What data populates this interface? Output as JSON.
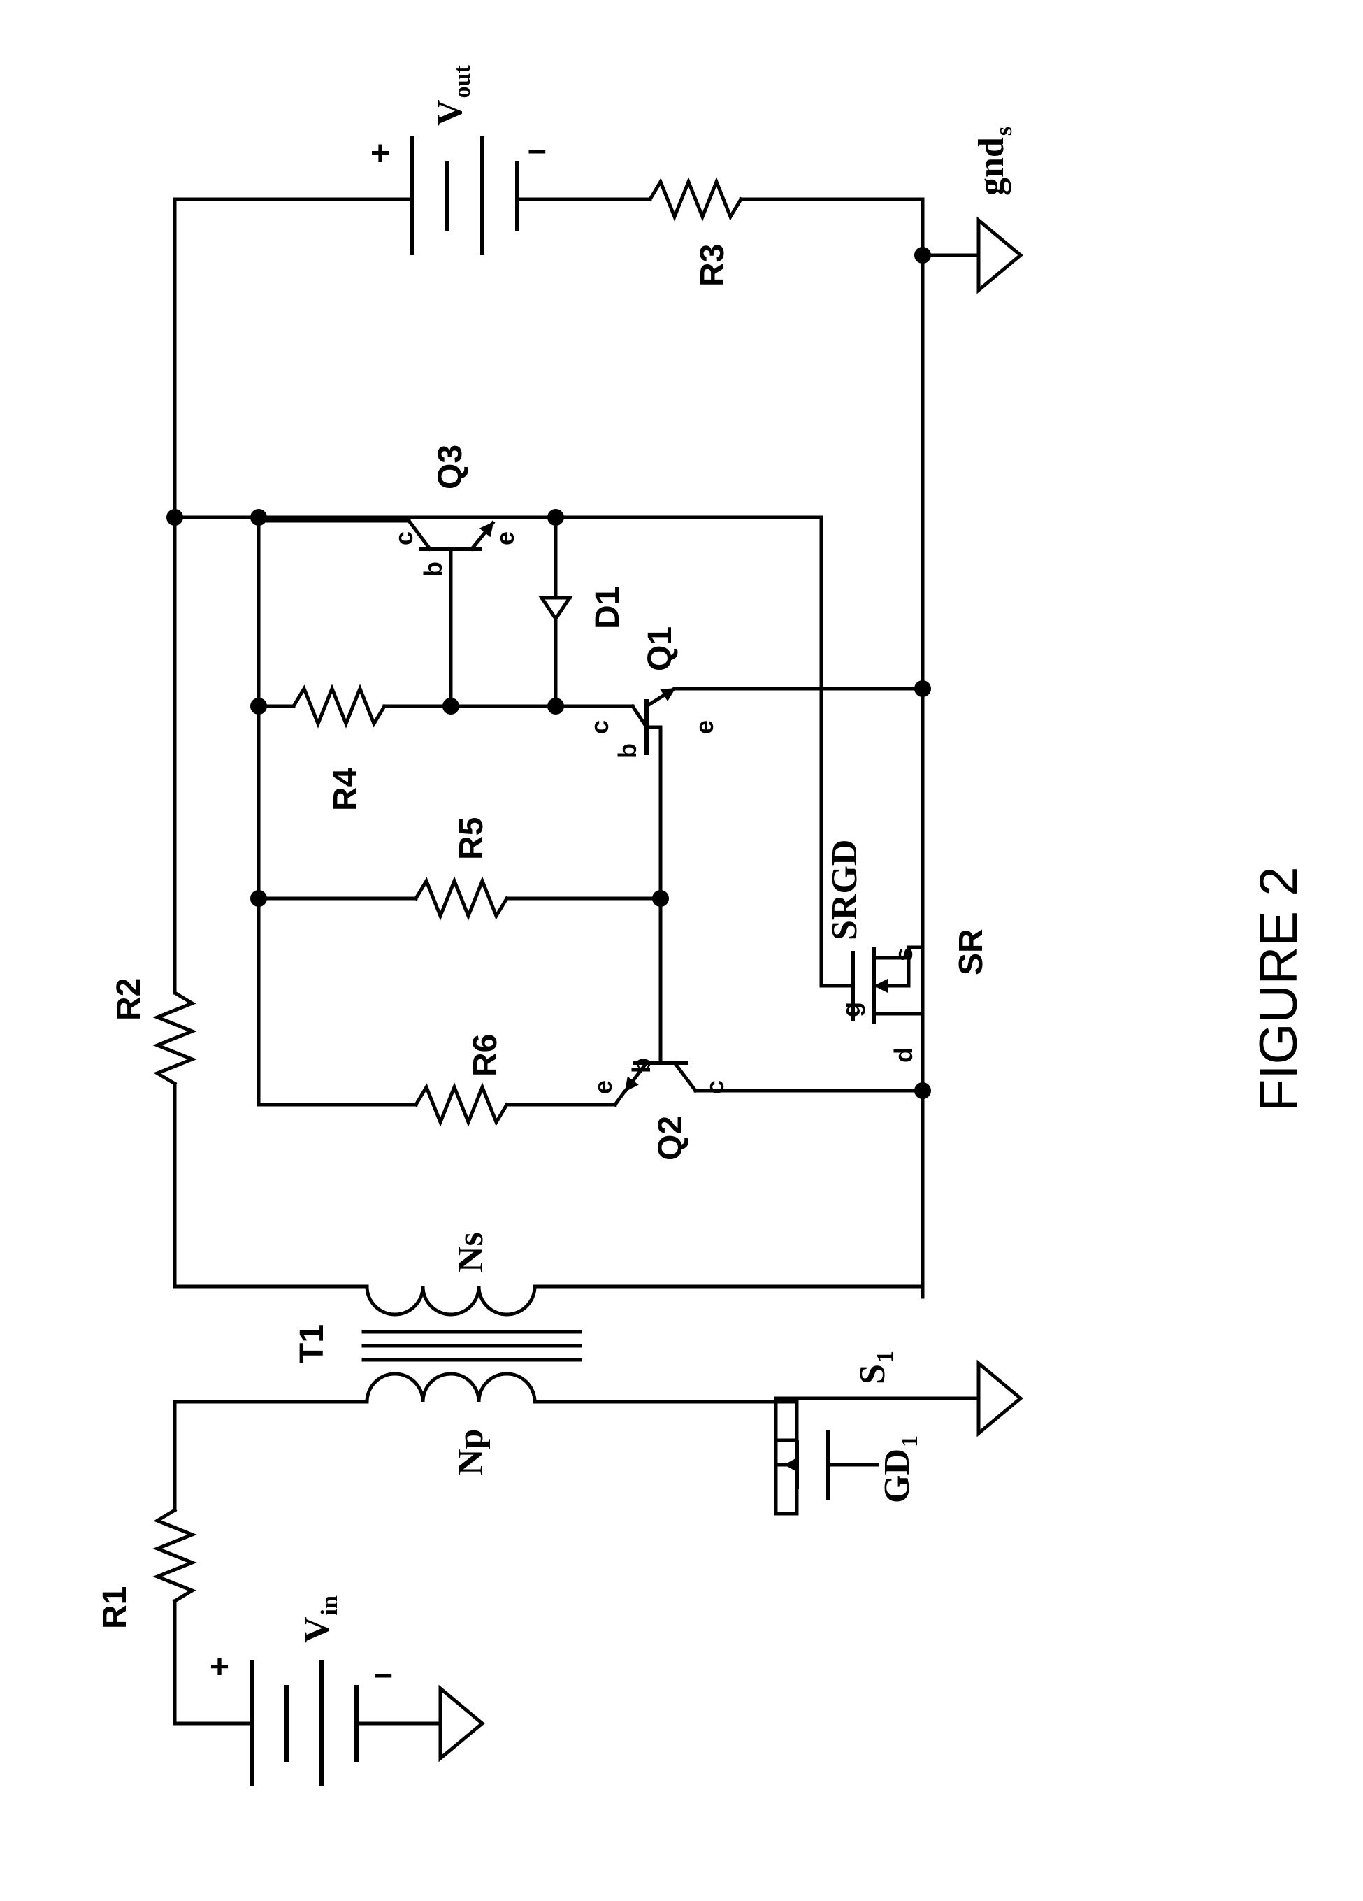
{
  "figure_title": "FIGURE 2",
  "sources": {
    "vin": {
      "name": "V",
      "sub": "in",
      "plus": "+",
      "minus": "–"
    },
    "vout": {
      "name": "V",
      "sub": "out",
      "plus": "+",
      "minus": "–"
    }
  },
  "grounds": {
    "secondary_label": "gnd",
    "secondary_sub": "s"
  },
  "resistors": {
    "r1": "R1",
    "r2": "R2",
    "r3": "R3",
    "r4": "R4",
    "r5": "R5",
    "r6": "R6"
  },
  "transformer": {
    "name": "T1",
    "primary": "Np",
    "secondary": "Ns"
  },
  "switch": {
    "name": "S",
    "name_sub": "1",
    "gate_driver": "GD",
    "gate_driver_sub": "1"
  },
  "sr_fet": {
    "name": "SR",
    "pin_g": "g",
    "pin_d": "d",
    "pin_s": "s"
  },
  "driver_label": "SRGD",
  "diode": "D1",
  "transistors": {
    "q1": {
      "name": "Q1",
      "c": "c",
      "b": "b",
      "e": "e"
    },
    "q2": {
      "name": "Q2",
      "c": "c",
      "b": "b",
      "e": "e"
    },
    "q3": {
      "name": "Q3",
      "c": "c",
      "b": "b",
      "e": "e"
    }
  }
}
